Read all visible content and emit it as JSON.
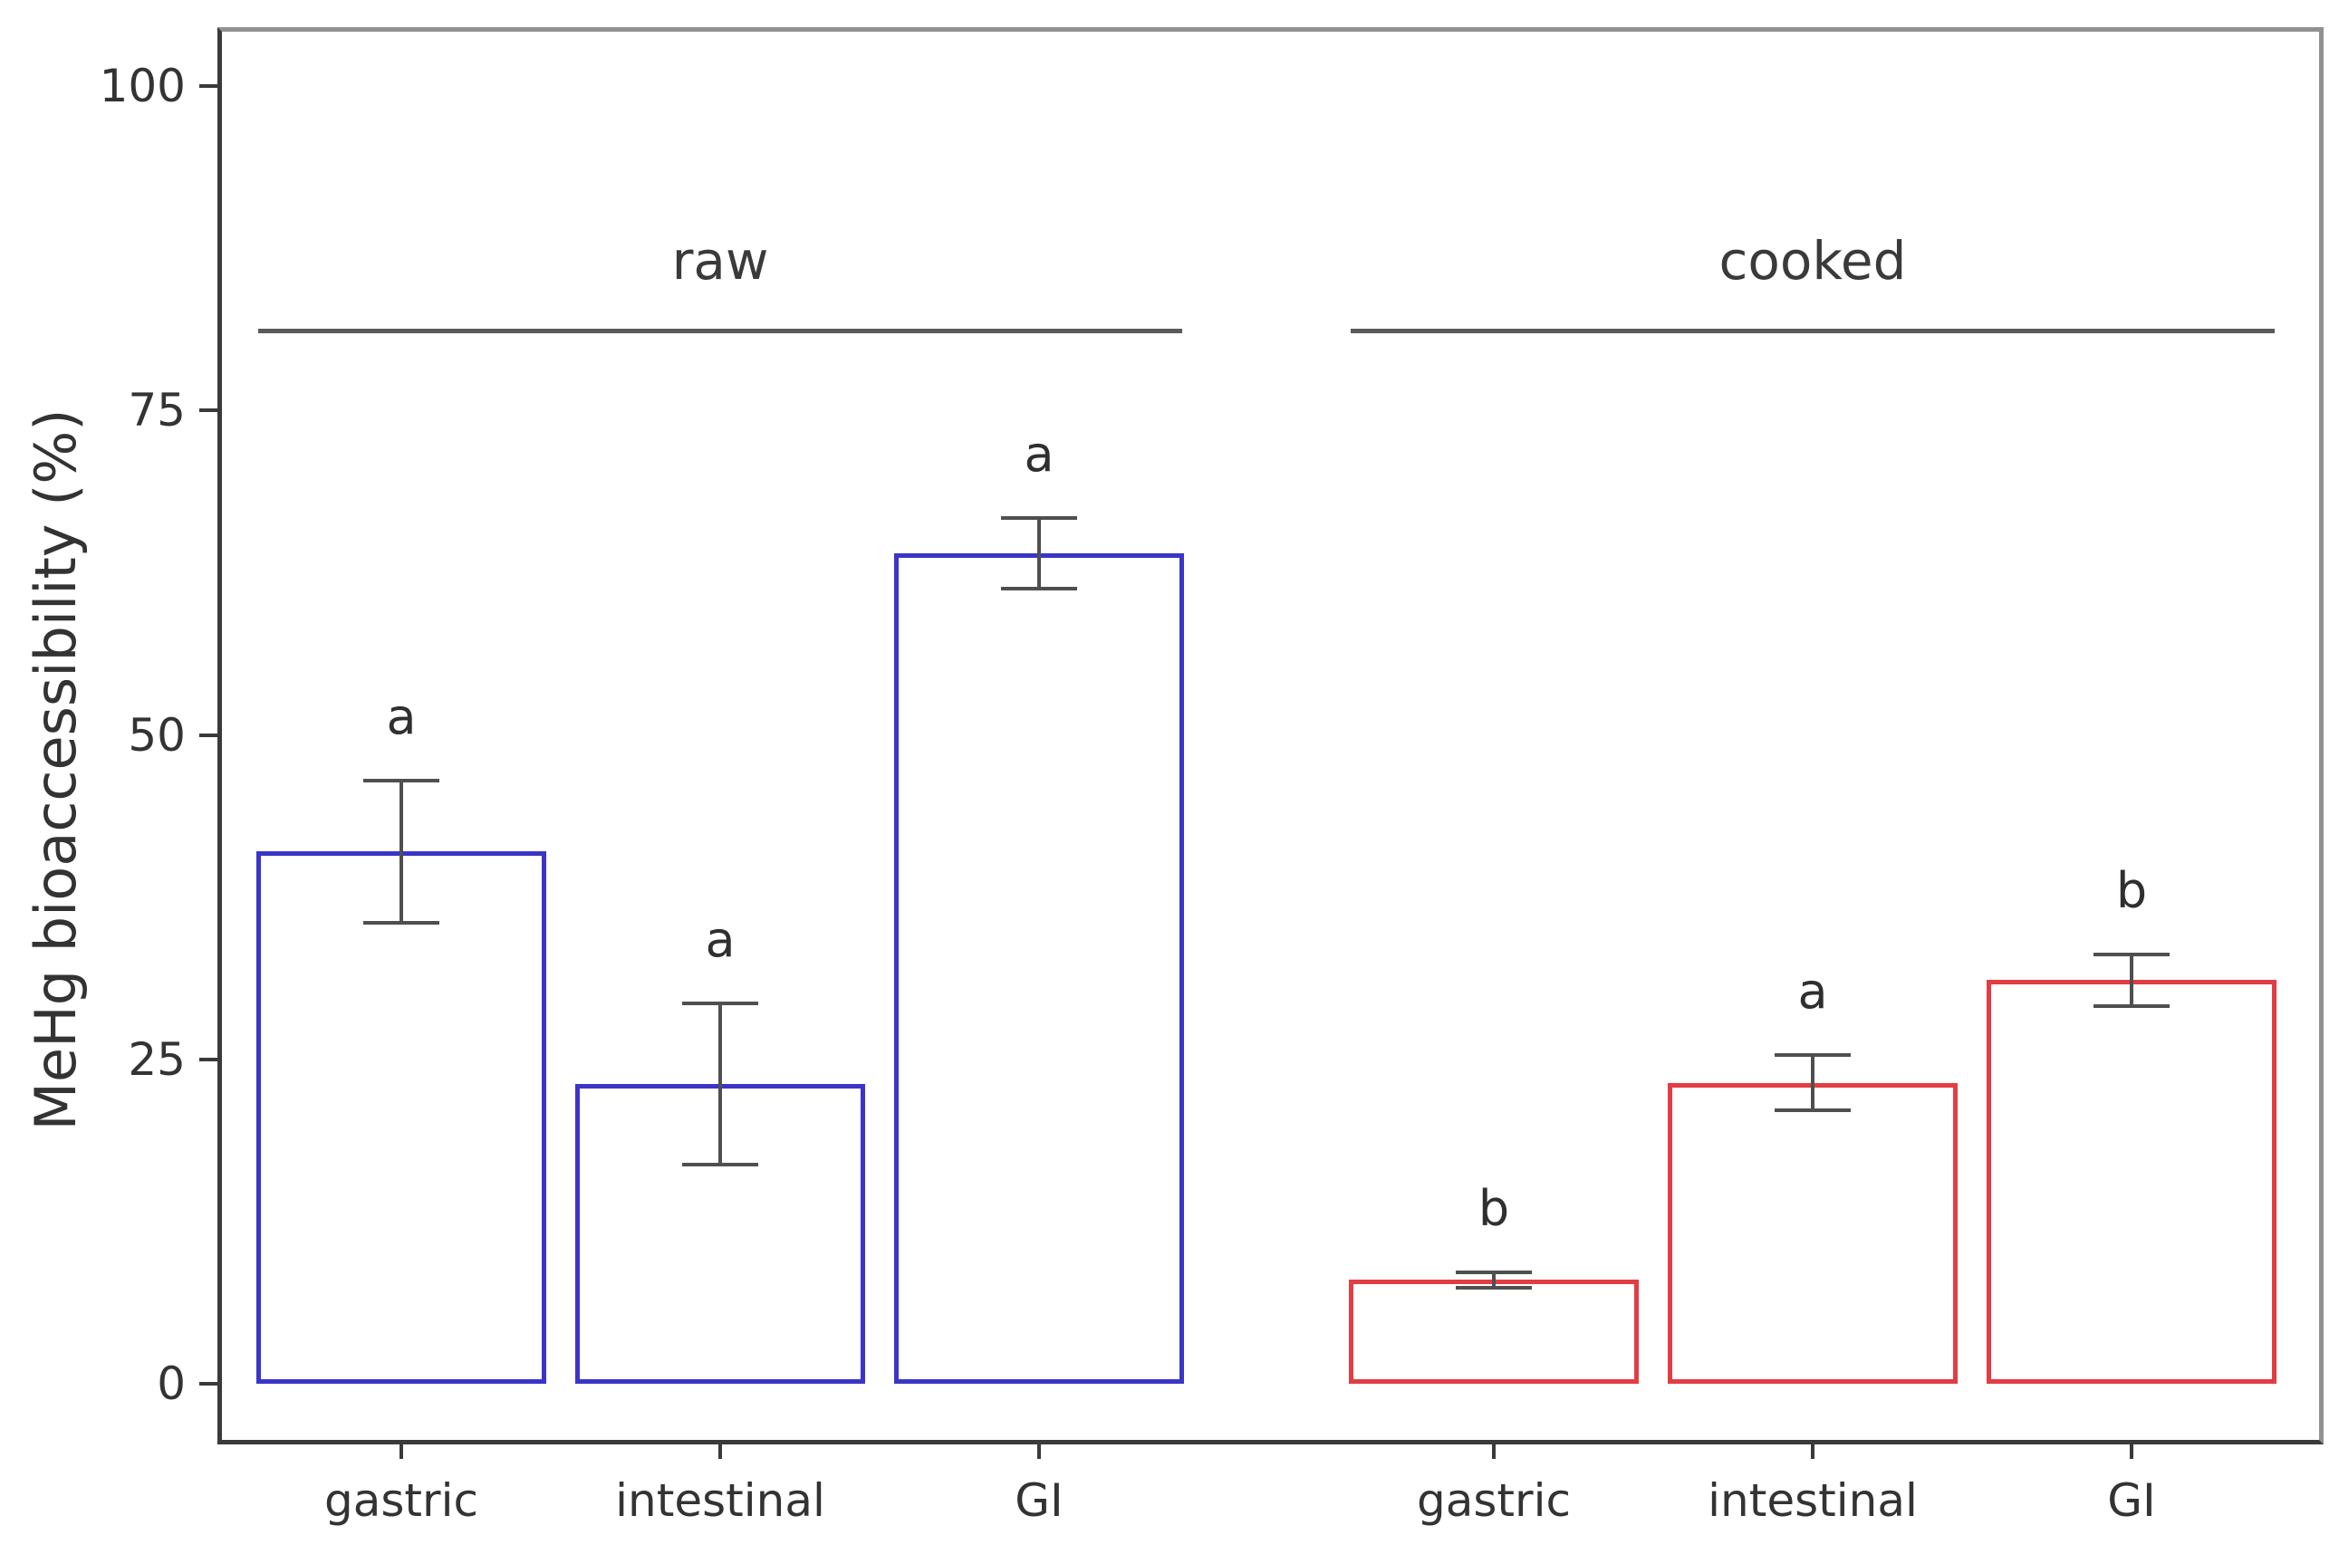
{
  "figure": {
    "background": "#ffffff"
  },
  "chart_data": {
    "type": "bar",
    "title": "",
    "xlabel": "",
    "ylabel": "MeHg bioaccessibility (%)",
    "ylim": [
      0,
      104.5
    ],
    "yticks": [
      0,
      25,
      50,
      75,
      100
    ],
    "grid": false,
    "legend": "none",
    "categories": [
      "gastric",
      "intestinal",
      "GI"
    ],
    "series": [
      {
        "name": "raw",
        "outline_color": "#3b35c7",
        "fill_color": "#ffffff",
        "values": [
          41.0,
          23.1,
          64.0
        ],
        "errors": [
          5.5,
          6.2,
          2.7
        ],
        "sig_letters": [
          "a",
          "a",
          "a"
        ]
      },
      {
        "name": "cooked",
        "outline_color": "#e23d43",
        "fill_color": "#ffffff",
        "values": [
          8.0,
          23.2,
          31.1
        ],
        "errors": [
          0.6,
          2.1,
          2.0
        ],
        "sig_letters": [
          "b",
          "a",
          "b"
        ]
      }
    ],
    "group_labels": [
      "raw",
      "cooked"
    ],
    "error_bar_color": "#4f4f4f",
    "group_line_color": "#5a5a5a",
    "axis_dark_color": "#3a3a3a",
    "axis_light_color": "#919191",
    "axis_text_color": "#333333"
  }
}
